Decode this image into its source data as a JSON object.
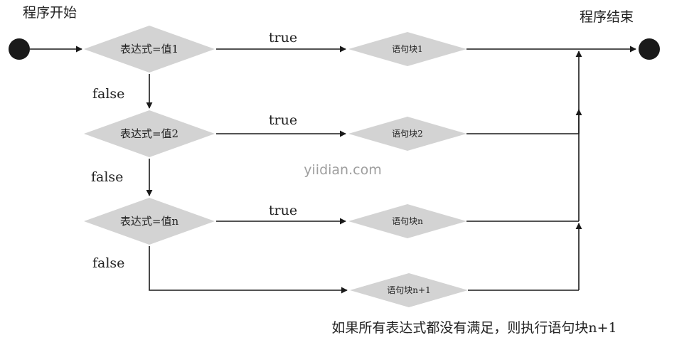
{
  "start_label": "程序开始",
  "end_label": "程序结束",
  "watermark": "yiidian.com",
  "footer_note": "如果所有表达式都没有满足，则执行语句块n+1",
  "conditions": [
    {
      "expr": "表达式=值1",
      "true_label": "true",
      "false_label": "false",
      "block": "语句块1"
    },
    {
      "expr": "表达式=值2",
      "true_label": "true",
      "false_label": "false",
      "block": "语句块2"
    },
    {
      "expr": "表达式=值n",
      "true_label": "true",
      "false_label": "false",
      "block": "语句块n"
    }
  ],
  "default_block": "语句块n+1",
  "colors": {
    "node_fill": "#d3d3d3",
    "line": "#1a1a1a",
    "watermark": "#9e9e9e"
  }
}
